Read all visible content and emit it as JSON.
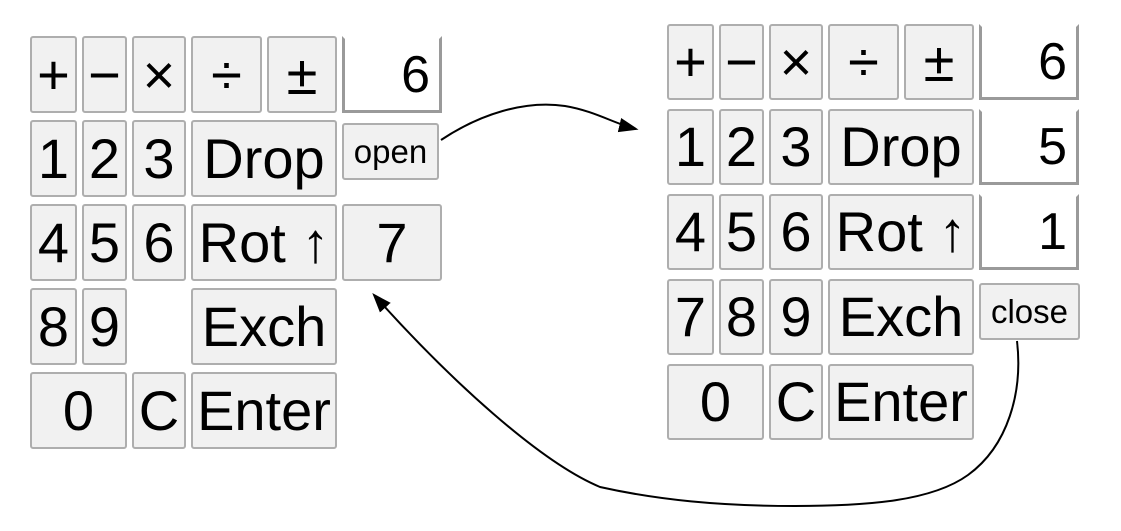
{
  "keys": {
    "plus": "+",
    "minus": "−",
    "multiply": "×",
    "divide": "÷",
    "plus_minus": "±",
    "one": "1",
    "two": "2",
    "three": "3",
    "drop": "Drop",
    "four": "4",
    "five": "5",
    "six": "6",
    "rotate_up": "Rot ↑",
    "seven": "7",
    "eight": "8",
    "nine": "9",
    "exchange": "Exch",
    "zero": "0",
    "clear": "C",
    "enter": "Enter"
  },
  "left_calculator": {
    "display_value": "6",
    "open_button_label": "open"
  },
  "right_calculator": {
    "stack_values": [
      "6",
      "5",
      "1"
    ],
    "close_button_label": "close"
  },
  "colors": {
    "button_background": "#f1f1f1",
    "button_border": "#aeaeae",
    "display_border": "#9a9a9a",
    "display_background": "#ffffff",
    "text": "#000000",
    "arrow": "#000000",
    "page_background": "#ffffff"
  }
}
